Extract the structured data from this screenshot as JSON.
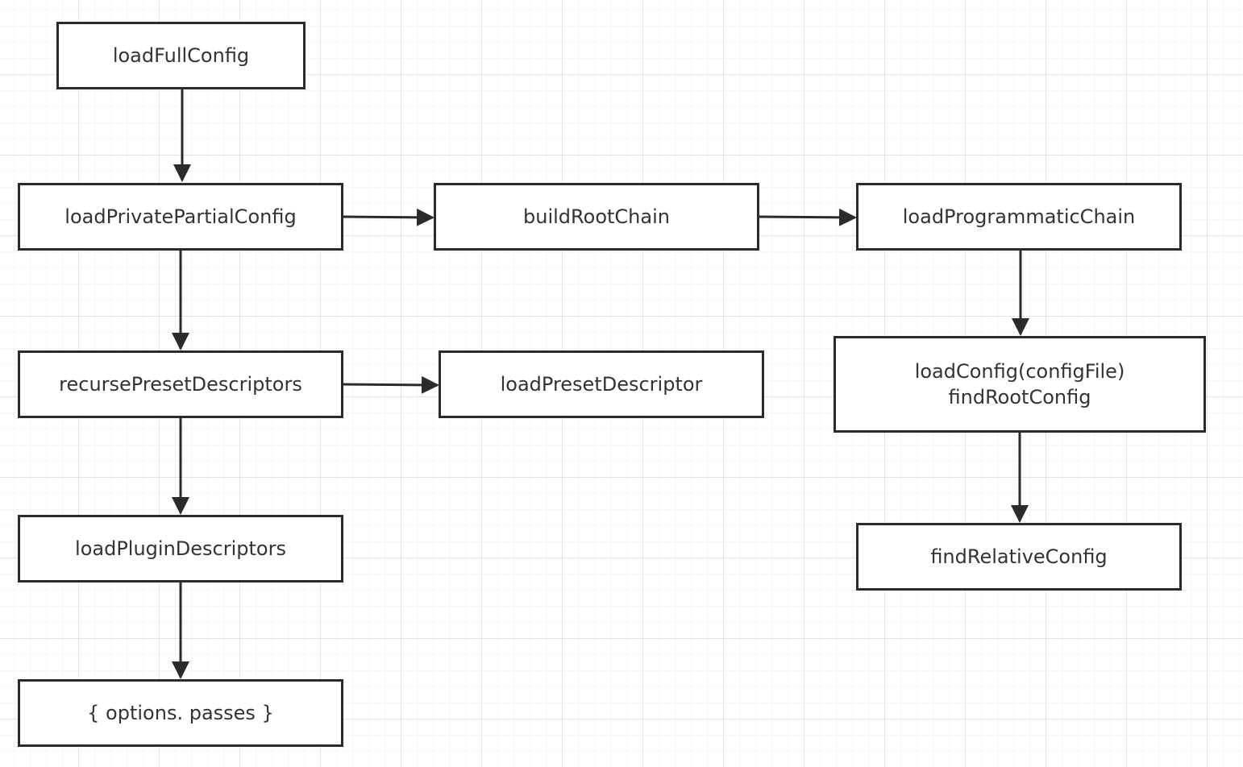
{
  "nodes": {
    "load_full_config": "loadFullConfig",
    "load_private_partial_config": "loadPrivatePartialConfig",
    "build_root_chain": "buildRootChain",
    "load_programmatic_chain": "loadProgrammaticChain",
    "recurse_preset_descriptors": "recursePresetDescriptors",
    "load_preset_descriptor": "loadPresetDescriptor",
    "load_config_line1": "loadConfig(configFile)",
    "load_config_line2": "findRootConfig",
    "load_plugin_descriptors": "loadPluginDescriptors",
    "find_relative_config": "findRelativeConfig",
    "options_passes": "{ options. passes }"
  },
  "colors": {
    "stroke": "#2b2b2b",
    "text": "#333333",
    "background": "#ffffff"
  }
}
